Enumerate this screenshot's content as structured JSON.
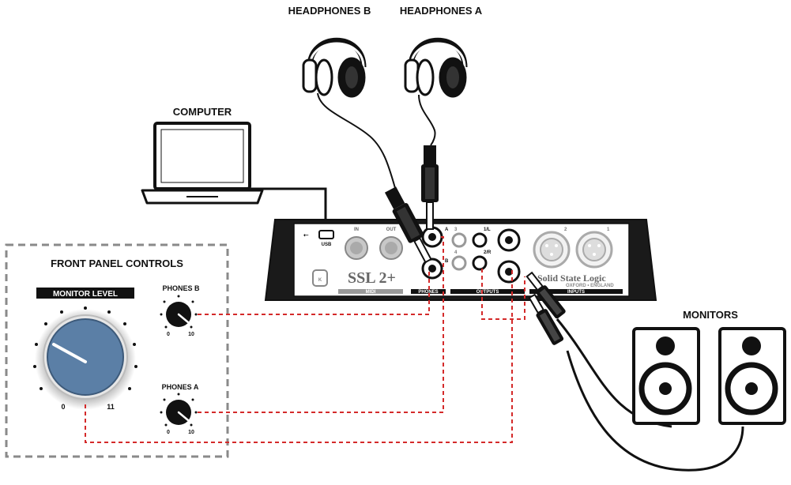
{
  "labels": {
    "headphones_b": "HEADPHONES B",
    "headphones_a": "HEADPHONES A",
    "computer": "COMPUTER",
    "monitors": "MONITORS",
    "front_panel": "FRONT PANEL CONTROLS",
    "monitor_level": "MONITOR LEVEL",
    "phones_b": "PHONES B",
    "phones_a": "PHONES A"
  },
  "knob_scales": {
    "monitor_min": "0",
    "monitor_max": "11",
    "phones_min": "0",
    "phones_max": "10"
  },
  "device": {
    "usb": "USB",
    "midi_in": "IN",
    "midi_out": "OUT",
    "midi": "MIDI",
    "phones": "PHONES",
    "outputs": "OUTPUTS",
    "inputs": "INPUTS",
    "out_3": "3",
    "out_4": "4",
    "out_1l": "1/L",
    "out_2r": "2/R",
    "jack_a": "A",
    "jack_b": "B",
    "input_2": "2",
    "input_1": "1",
    "brand_model": "SSL 2+",
    "brand_name": "Solid State Logic",
    "brand_sub": "OXFORD • ENGLAND"
  },
  "colors": {
    "signal_line": "#d42a2a",
    "monitor_knob": "#5b7fa6",
    "outline": "#111111",
    "panel_border": "#8a8a8a"
  }
}
